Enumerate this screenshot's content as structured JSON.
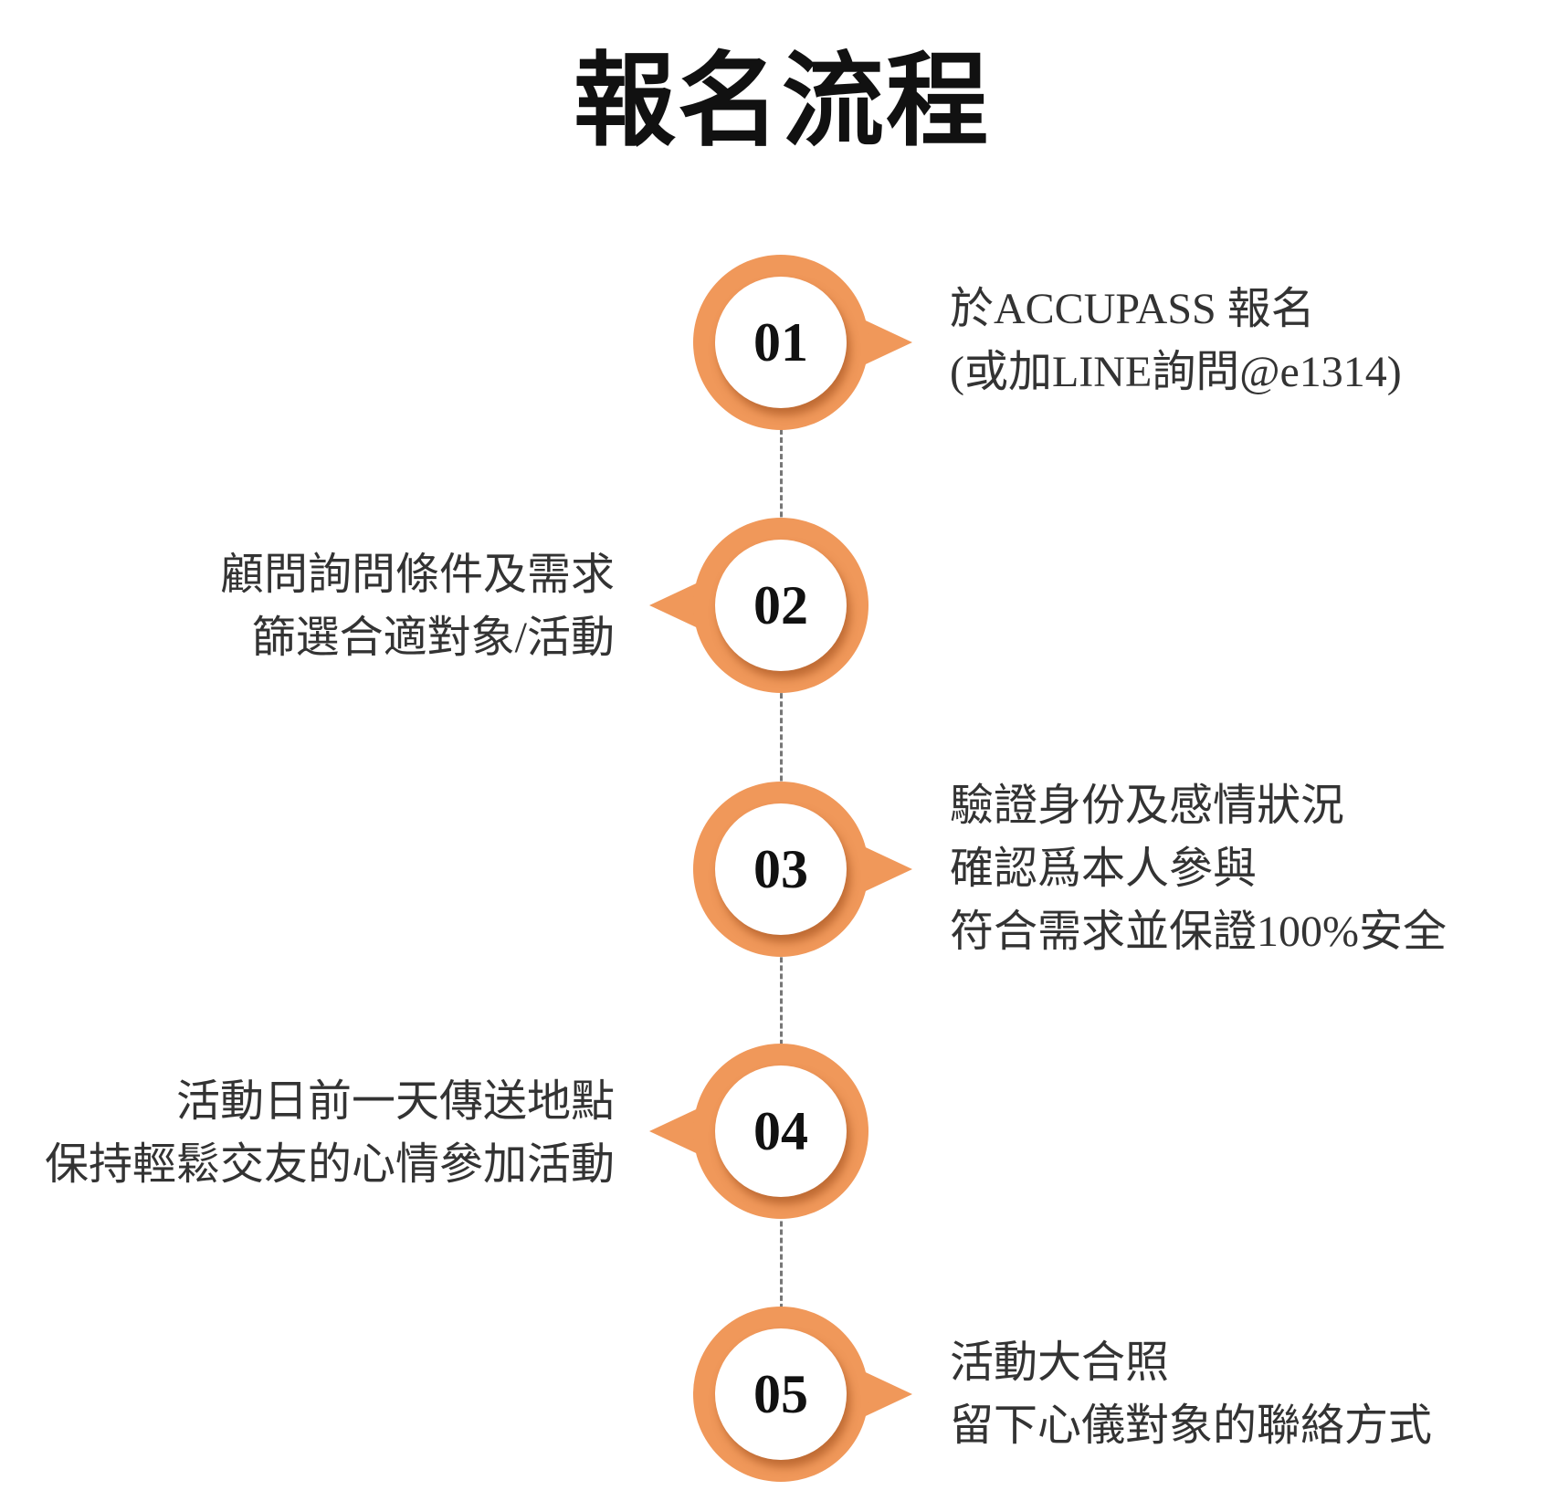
{
  "title": "報名流程",
  "accent_color": "#f0985a",
  "steps": [
    {
      "number": "01",
      "side": "right",
      "lines": [
        "於ACCUPASS 報名",
        "(或加LINE詢問@e1314)"
      ]
    },
    {
      "number": "02",
      "side": "left",
      "lines": [
        "顧問詢問條件及需求",
        "篩選合適對象/活動"
      ]
    },
    {
      "number": "03",
      "side": "right",
      "lines": [
        "驗證身份及感情狀況",
        "確認爲本人參與",
        "符合需求並保證100%安全"
      ]
    },
    {
      "number": "04",
      "side": "left",
      "lines": [
        "活動日前一天傳送地點",
        "保持輕鬆交友的心情參加活動"
      ]
    },
    {
      "number": "05",
      "side": "right",
      "lines": [
        "活動大合照",
        "留下心儀對象的聯絡方式"
      ]
    }
  ]
}
